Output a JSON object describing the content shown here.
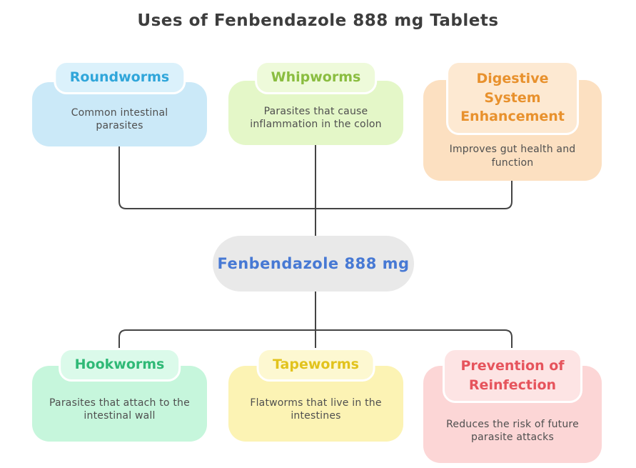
{
  "title": "Uses of Fenbendazole 888 mg Tablets",
  "colors": {
    "page_background": "#ffffff",
    "title_text": "#3d3d3d",
    "body_text": "#4f4f4f",
    "connector": "#444444",
    "pill_border": "#ffffff"
  },
  "center_node": {
    "label": "Fenbendazole 888 mg",
    "background": "#e9e9e9",
    "text_color": "#4779d4"
  },
  "nodes": [
    {
      "id": "roundworms",
      "title": "Roundworms",
      "description": "Common intestinal parasites",
      "box_color": "#cbe9f8",
      "pill_color": "#dbf1fb",
      "title_color": "#30a6da"
    },
    {
      "id": "whipworms",
      "title": "Whipworms",
      "description": "Parasites that cause inflammation in the colon",
      "box_color": "#e4f7c8",
      "pill_color": "#eefada",
      "title_color": "#8abd40"
    },
    {
      "id": "digestive-system-enhancement",
      "title": "Digestive System Enhancement",
      "description": "Improves gut health and function",
      "box_color": "#fce0c1",
      "pill_color": "#fde9d2",
      "title_color": "#e8912d"
    },
    {
      "id": "hookworms",
      "title": "Hookworms",
      "description": "Parasites that attach to the intestinal wall",
      "box_color": "#c6f6dc",
      "pill_color": "#dbfaea",
      "title_color": "#2fb976"
    },
    {
      "id": "tapeworms",
      "title": "Tapeworms",
      "description": "Flatworms that live in the intestines",
      "box_color": "#fcf3b4",
      "pill_color": "#fdf8d1",
      "title_color": "#e2c31d"
    },
    {
      "id": "prevention-of-reinfection",
      "title": "Prevention of Reinfection",
      "description": "Reduces the risk of future parasite attacks",
      "box_color": "#fcd6d6",
      "pill_color": "#fde4e4",
      "title_color": "#e6545c"
    }
  ]
}
